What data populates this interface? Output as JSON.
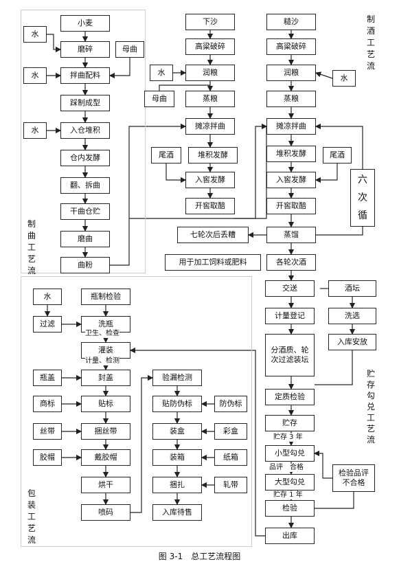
{
  "caption": "图 3-1　总工艺流程图",
  "section_titles": {
    "zhiqu": "制曲工艺流",
    "zhijiu": "制酒工艺流",
    "baozhuang": "包装工艺流",
    "zhucun": "贮存勾兑工艺流"
  },
  "nodes": {
    "xiaomai": "小麦",
    "shui1": "水",
    "mosui": "磨碎",
    "muqu1": "母曲",
    "shui2": "水",
    "banqu": "拌曲配料",
    "caizhi": "踩制成型",
    "shui3": "水",
    "rucang": "入仓堆积",
    "cangnei": "仓内发酵",
    "fanchai": "翻、拆曲",
    "ganqu": "干曲仓贮",
    "moqu": "磨曲",
    "qufen": "曲粉",
    "xiasha": "下沙",
    "gaoliang1": "高粱破碎",
    "shui4": "水",
    "runliang1": "润粮",
    "muqu2": "母曲",
    "zhengliang1": "蒸粮",
    "tanliang1": "摊凉拌曲",
    "weijiu1": "尾酒",
    "duiji1": "堆积发酵",
    "rujiao1": "入窖发酵",
    "kaijiao1": "开窖取醅",
    "zaosha": "糙沙",
    "gaoliang2": "高粱破碎",
    "runliang2": "润粮",
    "shui5": "水",
    "zhengliang2": "蒸粮",
    "tanliang2": "摊凉拌曲",
    "duiji2": "堆积发酵",
    "weijiu2": "尾酒",
    "rujiao2": "入窖发酵",
    "kaijiao2": "开窖取醅",
    "liuci": "六次循",
    "zhengliu": "蒸馏",
    "qilun": "七轮次后丢糟",
    "yongyu": "用于加工饲料或肥料",
    "gelun": "各轮次酒",
    "jiaosong": "交送",
    "jiuta": "酒坛",
    "jiliang": "计量登记",
    "xuanxi": "洗选",
    "fenjiu": "分酒质、轮次过滤装坛",
    "ruku": "入库安放",
    "dingzhi": "定质检验",
    "zhucun": "贮存",
    "xiaoxing": "小型勾兑",
    "daxing": "大型勾兑",
    "jianyan": "检验",
    "buhege": "检验品评不合格",
    "chuku": "出库",
    "shui6": "水",
    "pingzhi": "瓶制检验",
    "guolv": "过滤",
    "xiping": "洗瓶",
    "guanzhuang": "灌装",
    "pinggai": "瓶盖",
    "fenggai": "封盖",
    "shangbiao": "商标",
    "tiebiao": "贴标",
    "sidai1": "丝带",
    "kunsidai": "捆丝带",
    "jiaomao": "胶帽",
    "daijiaomao": "戴胶帽",
    "honggan": "烘干",
    "penma": "喷码",
    "yanlou": "验漏检测",
    "tiefangwei": "贴防伪标",
    "fangwei": "防伪标",
    "zhuanghe": "装盒",
    "caihe": "彩盒",
    "zhuangxiang": "装箱",
    "zhixiang": "纸箱",
    "kunzha": "捆扎",
    "zhadai": "轧带",
    "rukudaishou": "入库待售"
  },
  "edge_labels": {
    "weisheng": "卫生、检查",
    "jiliang_jiance": "计量、检测",
    "zhucun3": "贮存 3 年",
    "pinping": "品评　合格",
    "zhucun1": "贮存 1 年"
  }
}
